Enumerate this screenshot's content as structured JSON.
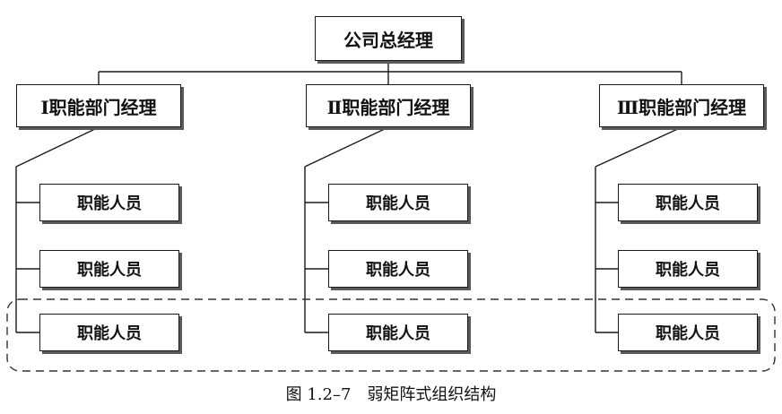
{
  "top": {
    "label": "公司总经理"
  },
  "managers": [
    {
      "label": "Ⅰ职能部门经理",
      "staff": [
        "职能人员",
        "职能人员",
        "职能人员"
      ]
    },
    {
      "label": "Ⅱ职能部门经理",
      "staff": [
        "职能人员",
        "职能人员",
        "职能人员"
      ]
    },
    {
      "label": "Ⅲ职能部门经理",
      "staff": [
        "职能人员",
        "职能人员",
        "职能人员"
      ]
    }
  ],
  "caption": "图 1.2–7　弱矩阵式组织结构",
  "colors": {
    "line": "#1a1a1a",
    "shadow": "#5a5a5a",
    "dashed": "#333333"
  }
}
